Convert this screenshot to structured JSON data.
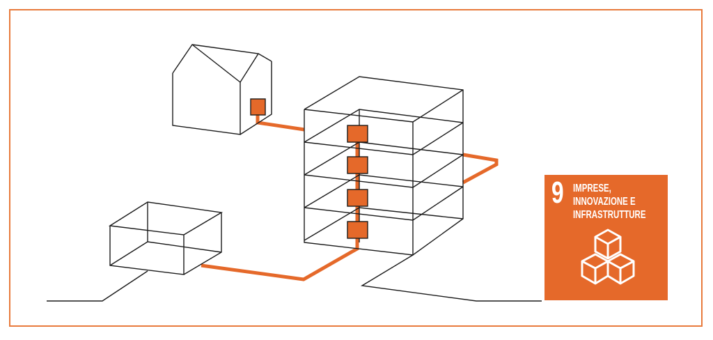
{
  "colors": {
    "accent": "#e5692a",
    "frame": "#e87a3c",
    "line": "#1a1a1a",
    "background": "#ffffff",
    "tile_text": "#ffffff"
  },
  "sdg": {
    "number": "9",
    "title_lines": [
      "IMPRESE,",
      "INNOVAZIONE E",
      "INFRASTRUTTURE"
    ],
    "icon": "stacked-cubes-icon"
  },
  "diagram": {
    "buildings": [
      "house-icon",
      "warehouse-box-icon",
      "apartment-tower-icon"
    ],
    "tower_floor_modules": 4
  }
}
